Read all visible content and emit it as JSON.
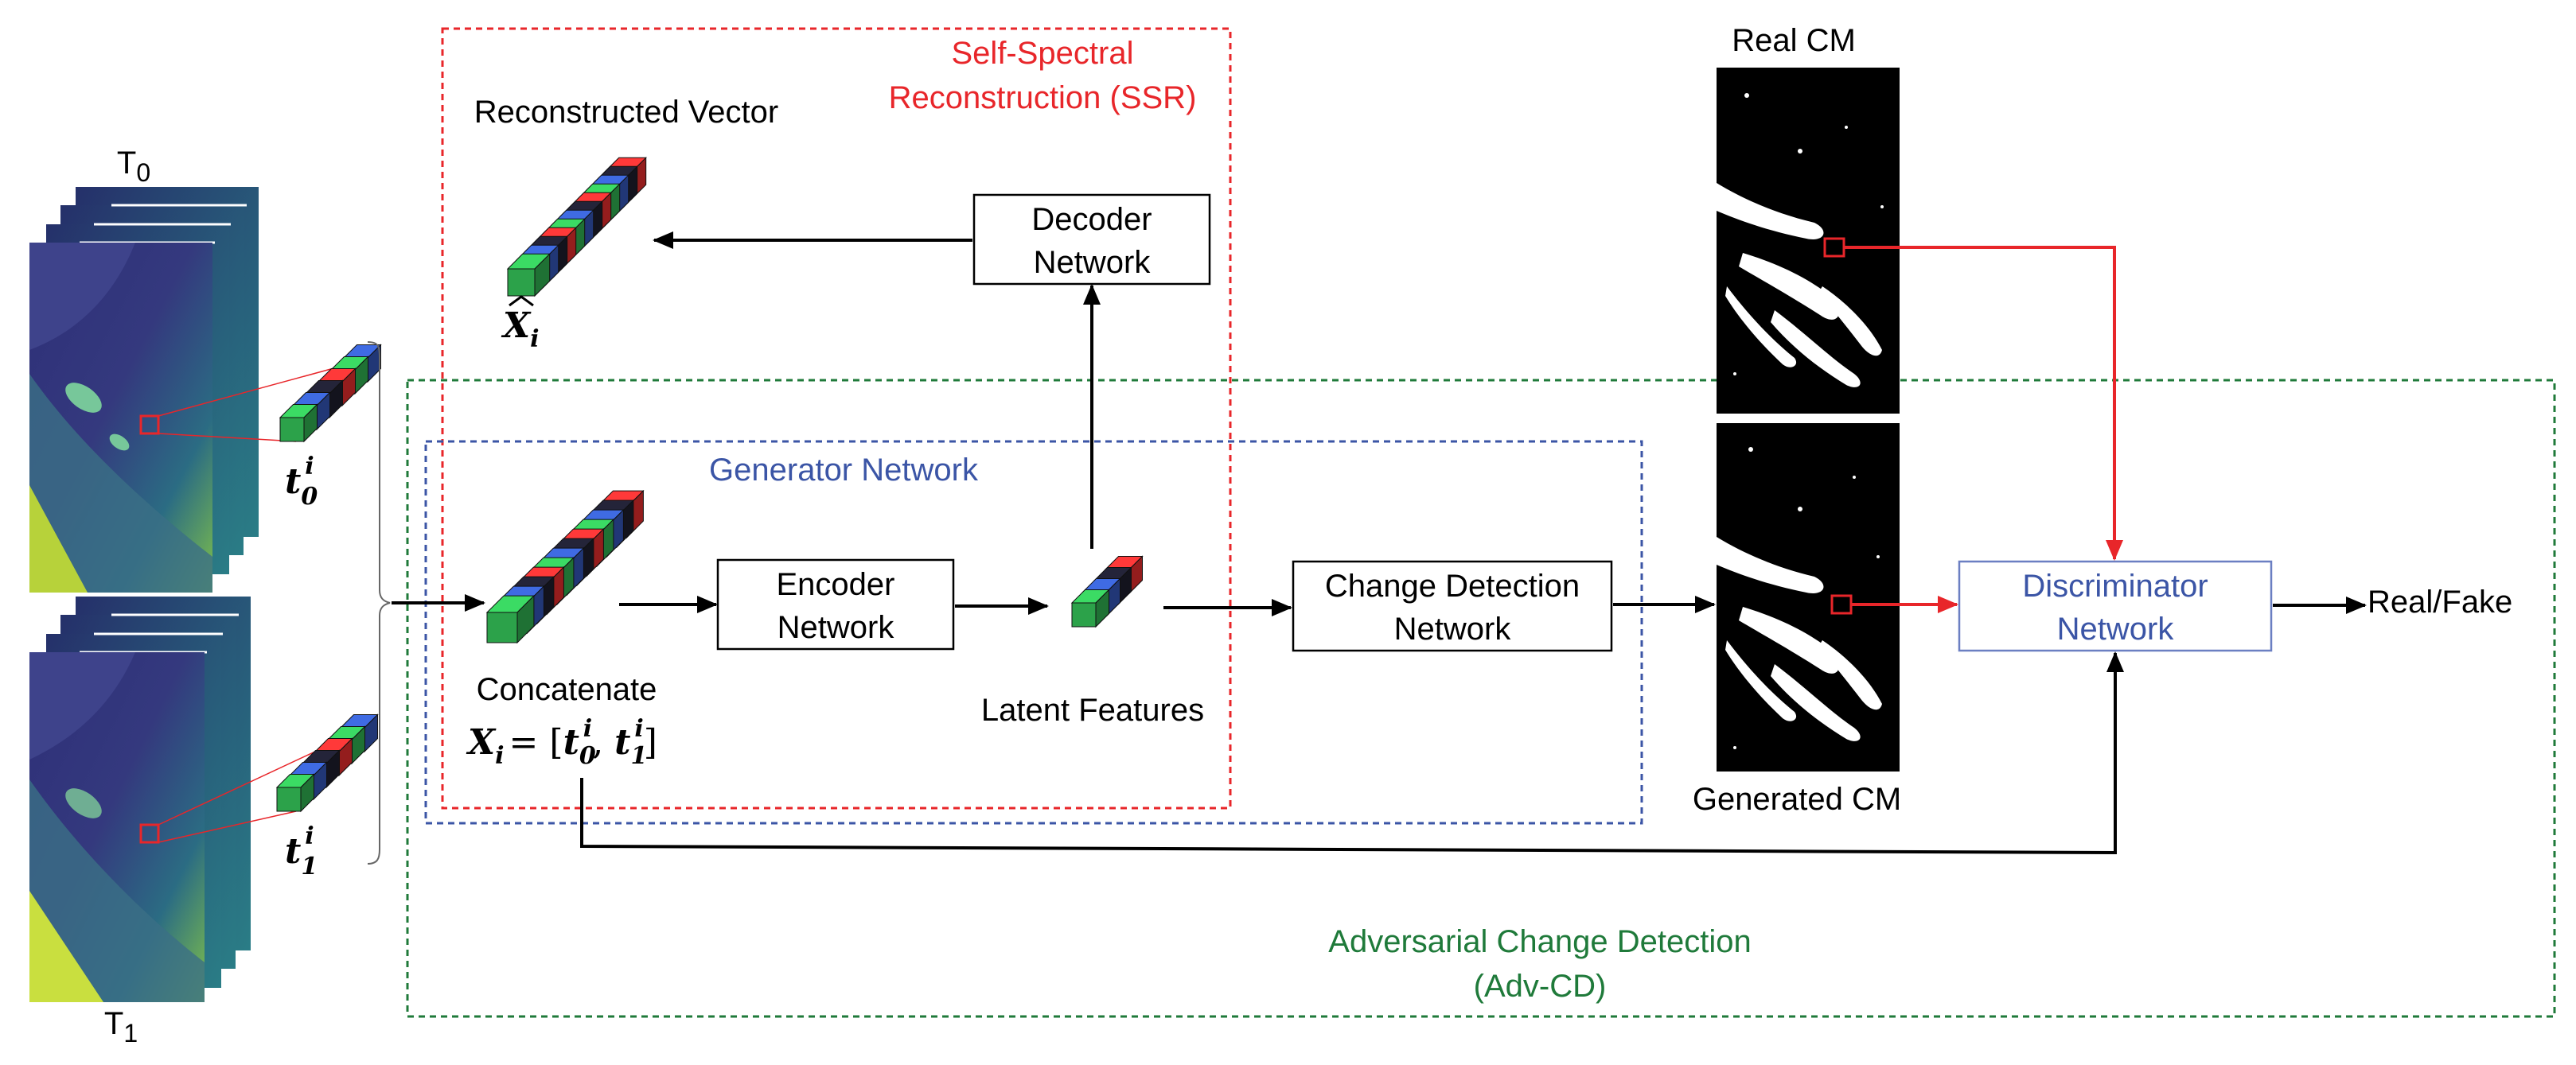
{
  "regions": {
    "ssr_title_line1": "Self-Spectral",
    "ssr_title_line2": "Reconstruction (SSR)",
    "generator_title": "Generator Network",
    "adv_title_line1": "Adversarial  Change Detection",
    "adv_title_line2": "(Adv-CD)"
  },
  "images": {
    "t0_label": "T",
    "t0_sub": "0",
    "t1_label": "T",
    "t1_sub": "1",
    "real_cm_label": "Real CM",
    "generated_cm_label": "Generated CM"
  },
  "nodes": {
    "decoder_line1": "Decoder",
    "decoder_line2": "Network",
    "encoder_line1": "Encoder",
    "encoder_line2": "Network",
    "cd_line1": "Change Detection",
    "cd_line2": "Network",
    "disc_line1": "Discriminator",
    "disc_line2": "Network"
  },
  "labels": {
    "reconstructed_vector": "Reconstructed Vector",
    "concatenate": "Concatenate",
    "latent_features": "Latent Features",
    "real_fake": "Real/Fake"
  },
  "math": {
    "xhat": "X",
    "xhat_sub": "i",
    "t0": "t",
    "t0_sub": "0",
    "t0_sup": "i",
    "t1": "t",
    "t1_sub": "1",
    "t1_sup": "i",
    "concat_lhs": "X",
    "concat_lhs_sub": "i",
    "concat_eq": "= [",
    "concat_t0": "t",
    "concat_t0_sub": "0",
    "concat_t0_sup": "i",
    "concat_comma": ", ",
    "concat_t1": "t",
    "concat_t1_sub": "1",
    "concat_t1_sup": "i",
    "concat_close": "]"
  },
  "colors": {
    "ssr": "#e8262a",
    "generator": "#3b55a6",
    "adversarial": "#1f7a3a",
    "cube_green": "#2ca24a",
    "cube_blue": "#2f4fa8",
    "cube_black": "#1b1b2a",
    "cube_red": "#d42a2a"
  }
}
